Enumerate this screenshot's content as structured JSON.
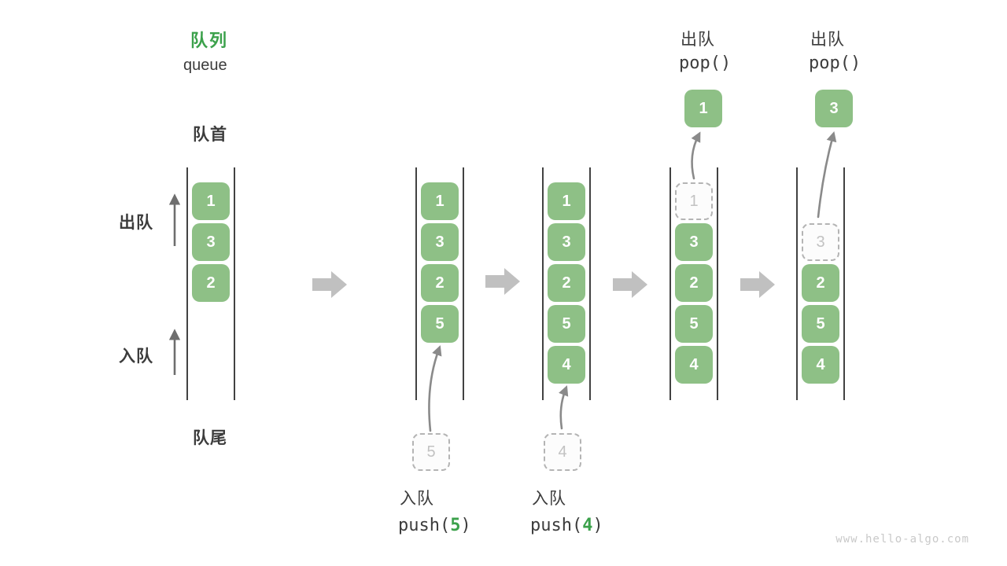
{
  "title": {
    "zh": "队列",
    "en": "queue"
  },
  "labels": {
    "front": "队首",
    "rear": "队尾",
    "dequeue_side": "出队",
    "enqueue_side": "入队"
  },
  "columns": [
    {
      "boxes": [
        {
          "value": "1"
        },
        {
          "value": "3"
        },
        {
          "value": "2"
        }
      ]
    },
    {
      "boxes": [
        {
          "value": "1"
        },
        {
          "value": "3"
        },
        {
          "value": "2"
        },
        {
          "value": "5"
        }
      ]
    },
    {
      "boxes": [
        {
          "value": "1"
        },
        {
          "value": "3"
        },
        {
          "value": "2"
        },
        {
          "value": "5"
        },
        {
          "value": "4"
        }
      ]
    },
    {
      "ghost": {
        "value": "1"
      },
      "boxes": [
        {
          "value": "3"
        },
        {
          "value": "2"
        },
        {
          "value": "5"
        },
        {
          "value": "4"
        }
      ]
    },
    {
      "ghost": {
        "value": "3"
      },
      "boxes": [
        {
          "value": "2"
        },
        {
          "value": "5"
        },
        {
          "value": "4"
        }
      ]
    }
  ],
  "operations": {
    "push1": {
      "label": "入队",
      "fn_prefix": "push(",
      "arg": "5",
      "fn_suffix": ")",
      "staged_value": "5"
    },
    "push2": {
      "label": "入队",
      "fn_prefix": "push(",
      "arg": "4",
      "fn_suffix": ")",
      "staged_value": "4"
    },
    "pop1": {
      "label": "出队",
      "fn": "pop()",
      "popped_value": "1"
    },
    "pop2": {
      "label": "出队",
      "fn": "pop()",
      "popped_value": "3"
    }
  },
  "watermark": "www.hello-algo.com",
  "icons": {
    "flow_arrows": "block-arrow-right-icon",
    "side_arrows": "arrow-up-icon",
    "transfer_arrows": "curved-arrow-up-icon"
  },
  "colors": {
    "box_green": "#8ec086",
    "accent_green": "#3ba14b",
    "text_dark": "#3c3c3c",
    "wall_gray": "#424242",
    "ghost_gray": "#b4b4b4",
    "block_arrow_gray": "#c0c0c0",
    "thin_arrow_gray": "#8a8a8a",
    "watermark_gray": "#c9c9c9"
  }
}
